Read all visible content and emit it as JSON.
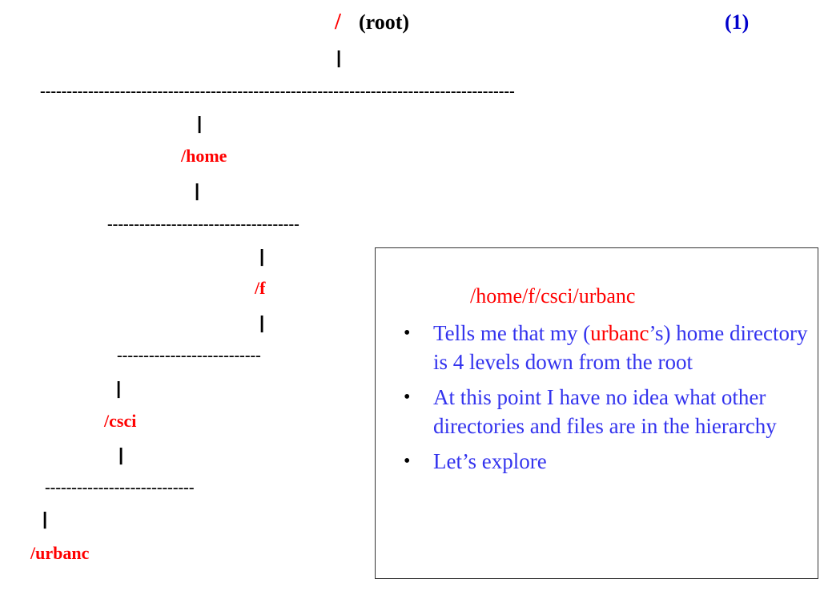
{
  "tree": {
    "root_slash": "/",
    "root_label": "(root)",
    "page_number": "(1)",
    "pipe": "|",
    "level1_rule": "-----------------------------------------------------------------------------------------",
    "level1_node": "/home",
    "level2_rule": "------------------------------------",
    "level2_node": "/f",
    "level3_rule": "---------------------------",
    "level3_node": "/csci",
    "level4_rule": "----------------------------",
    "level4_node": "/urbanc"
  },
  "info_box": {
    "path": "/home/f/csci/urbanc",
    "bullet_char": "•",
    "bullet1_prefix": "Tells me that my (",
    "bullet1_highlight": "urbanc",
    "bullet1_suffix": "’s) home directory is 4 levels down from the root",
    "bullet2": "At this point I have no idea what other directories and files are in the hierarchy",
    "bullet3": "Let’s explore"
  },
  "colors": {
    "node_red": "#ff0000",
    "text_blue": "#3333ee",
    "page_num_blue": "#0000cc"
  }
}
